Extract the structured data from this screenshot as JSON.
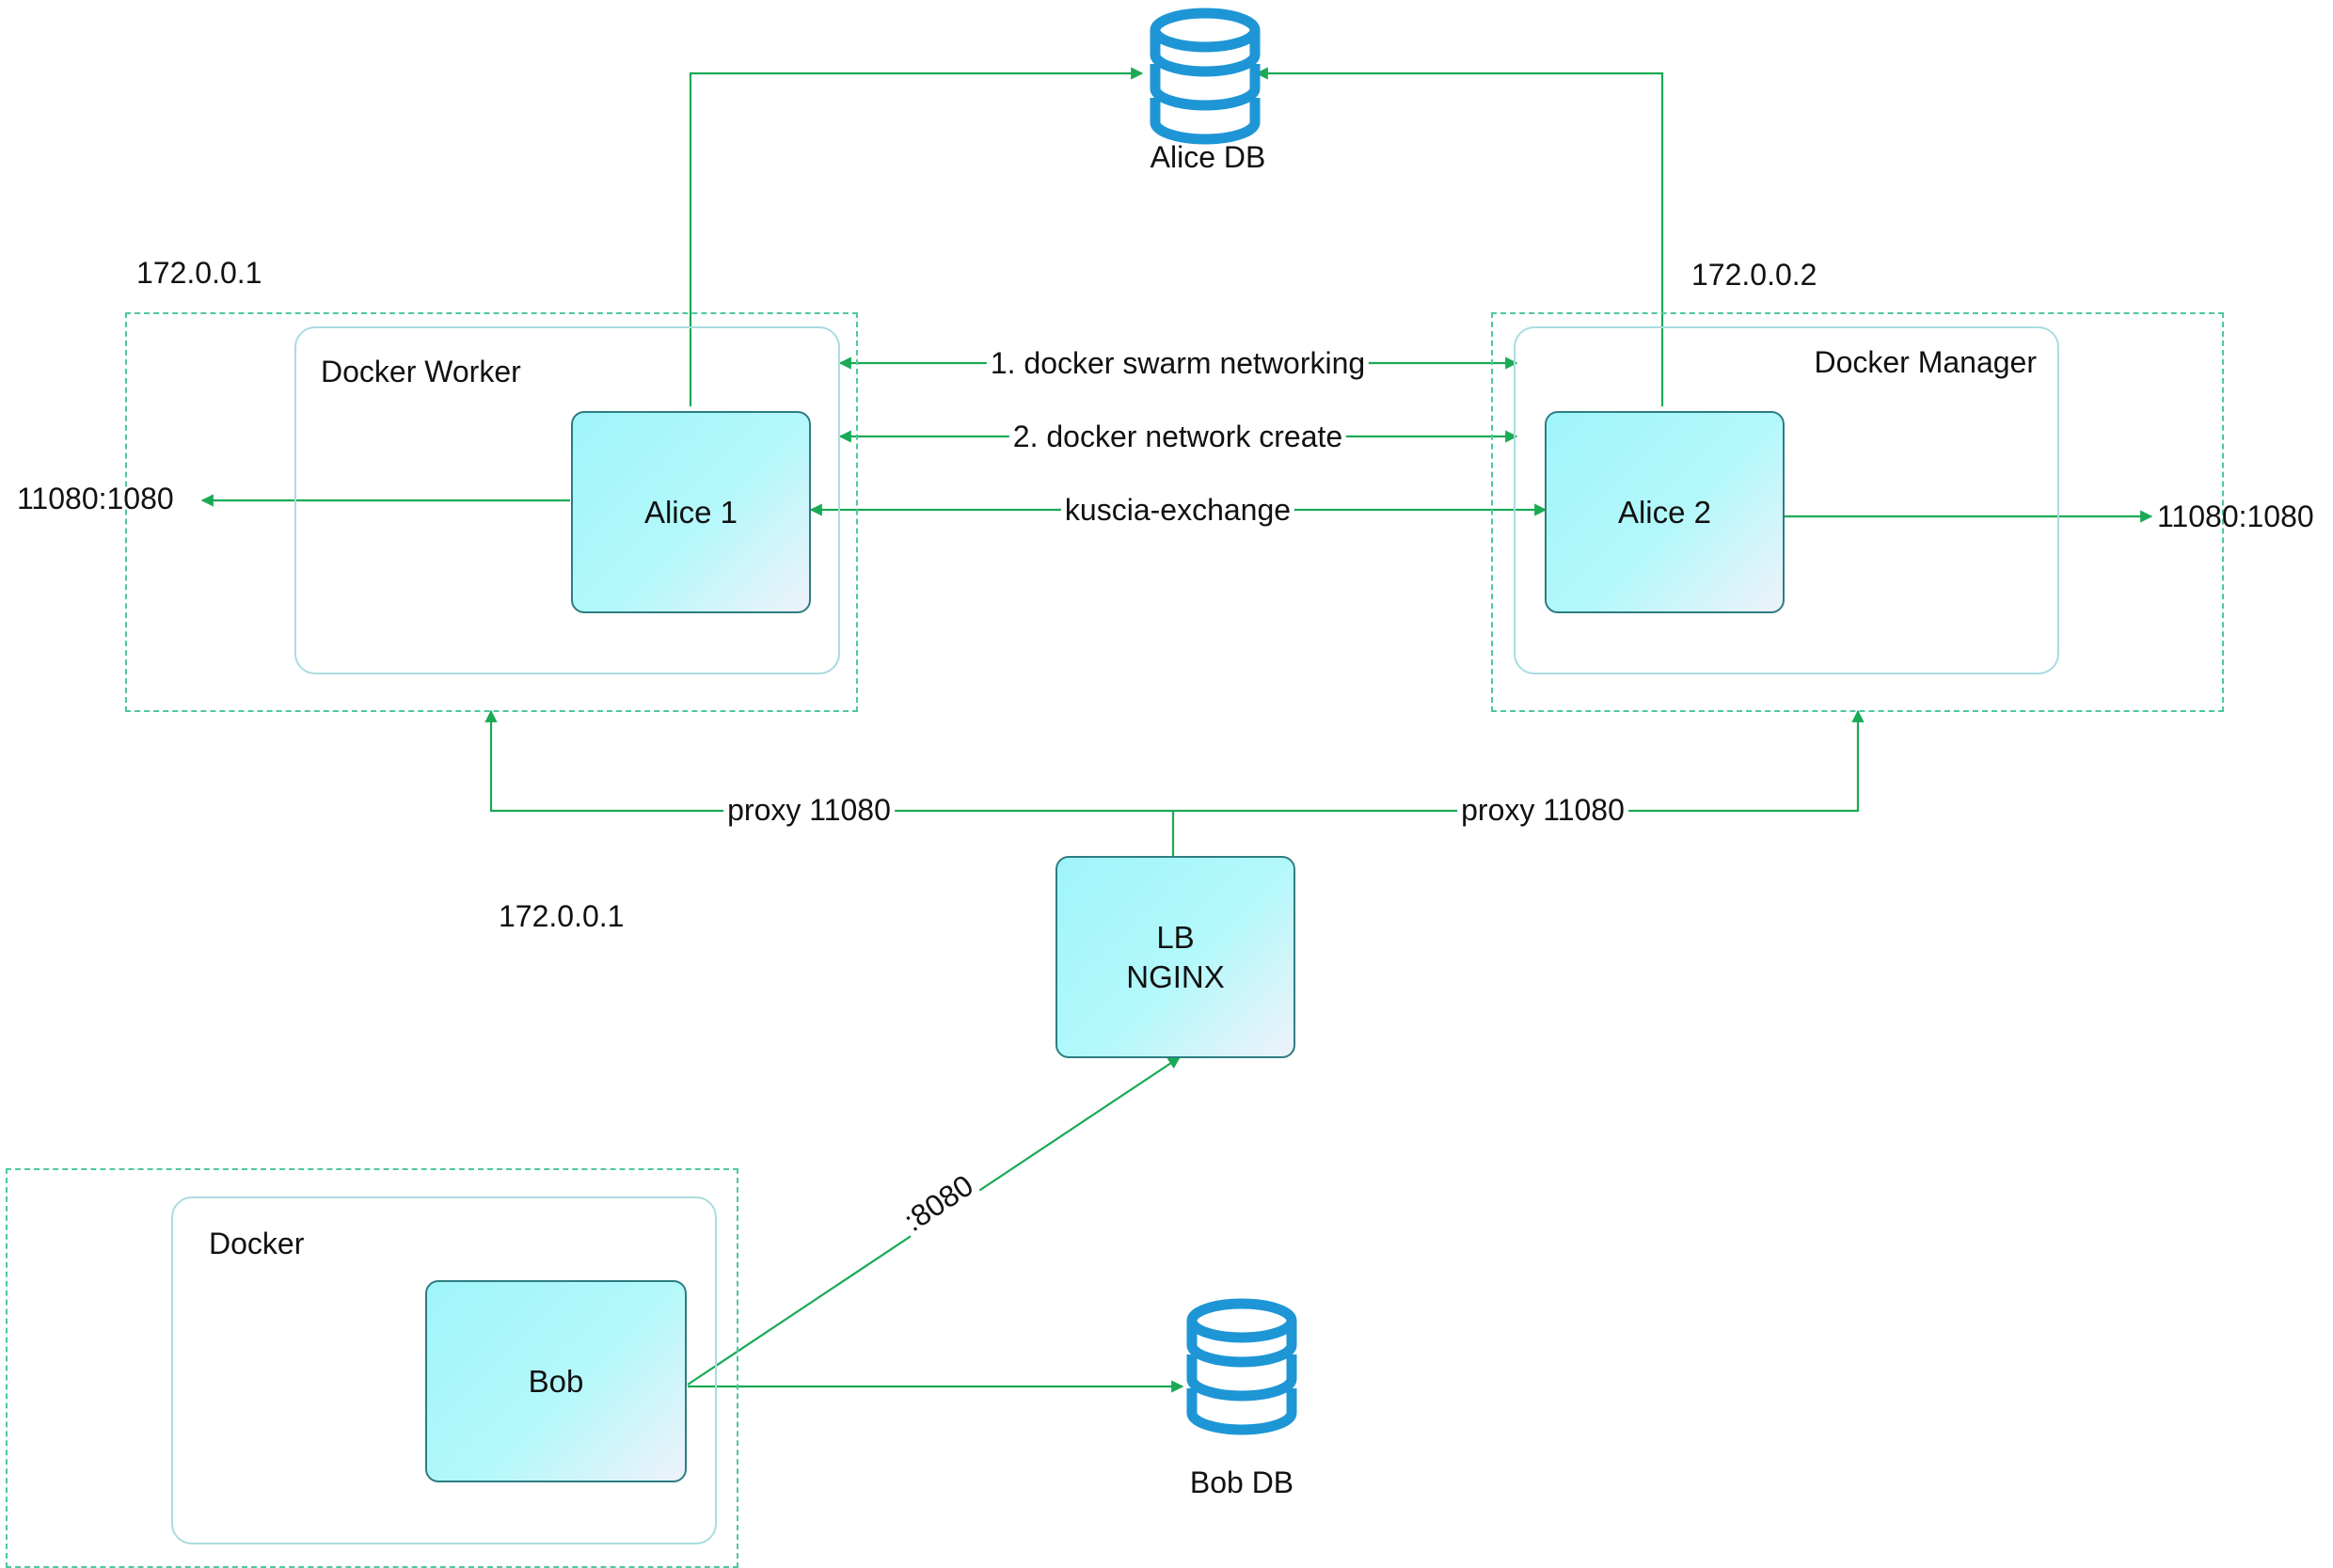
{
  "databases": {
    "alice": "Alice DB",
    "bob": "Bob DB"
  },
  "ips": {
    "worker": "172.0.0.1",
    "manager": "172.0.0.2",
    "bob": "172.0.0.1"
  },
  "hosts": {
    "worker": "Docker Worker",
    "manager": "Docker Manager",
    "bob": "Docker"
  },
  "nodes": {
    "alice1": "Alice 1",
    "alice2": "Alice 2",
    "lb_line1": "LB",
    "lb_line2": "NGINX",
    "bob": "Bob"
  },
  "edges": {
    "swarm": "1. docker swarm networking",
    "network_create": "2. docker  network create",
    "exchange": "kuscia-exchange",
    "proxy_left": "proxy 11080",
    "proxy_right": "proxy 11080",
    "port_left": "11080:1080",
    "port_right": "11080:1080",
    "bob_lb": ":8080"
  },
  "colors": {
    "arrow": "#1aaa55",
    "zone_border": "#4fc7a0",
    "db": "#1e96d6",
    "node_fill": "#a7f6fa"
  }
}
